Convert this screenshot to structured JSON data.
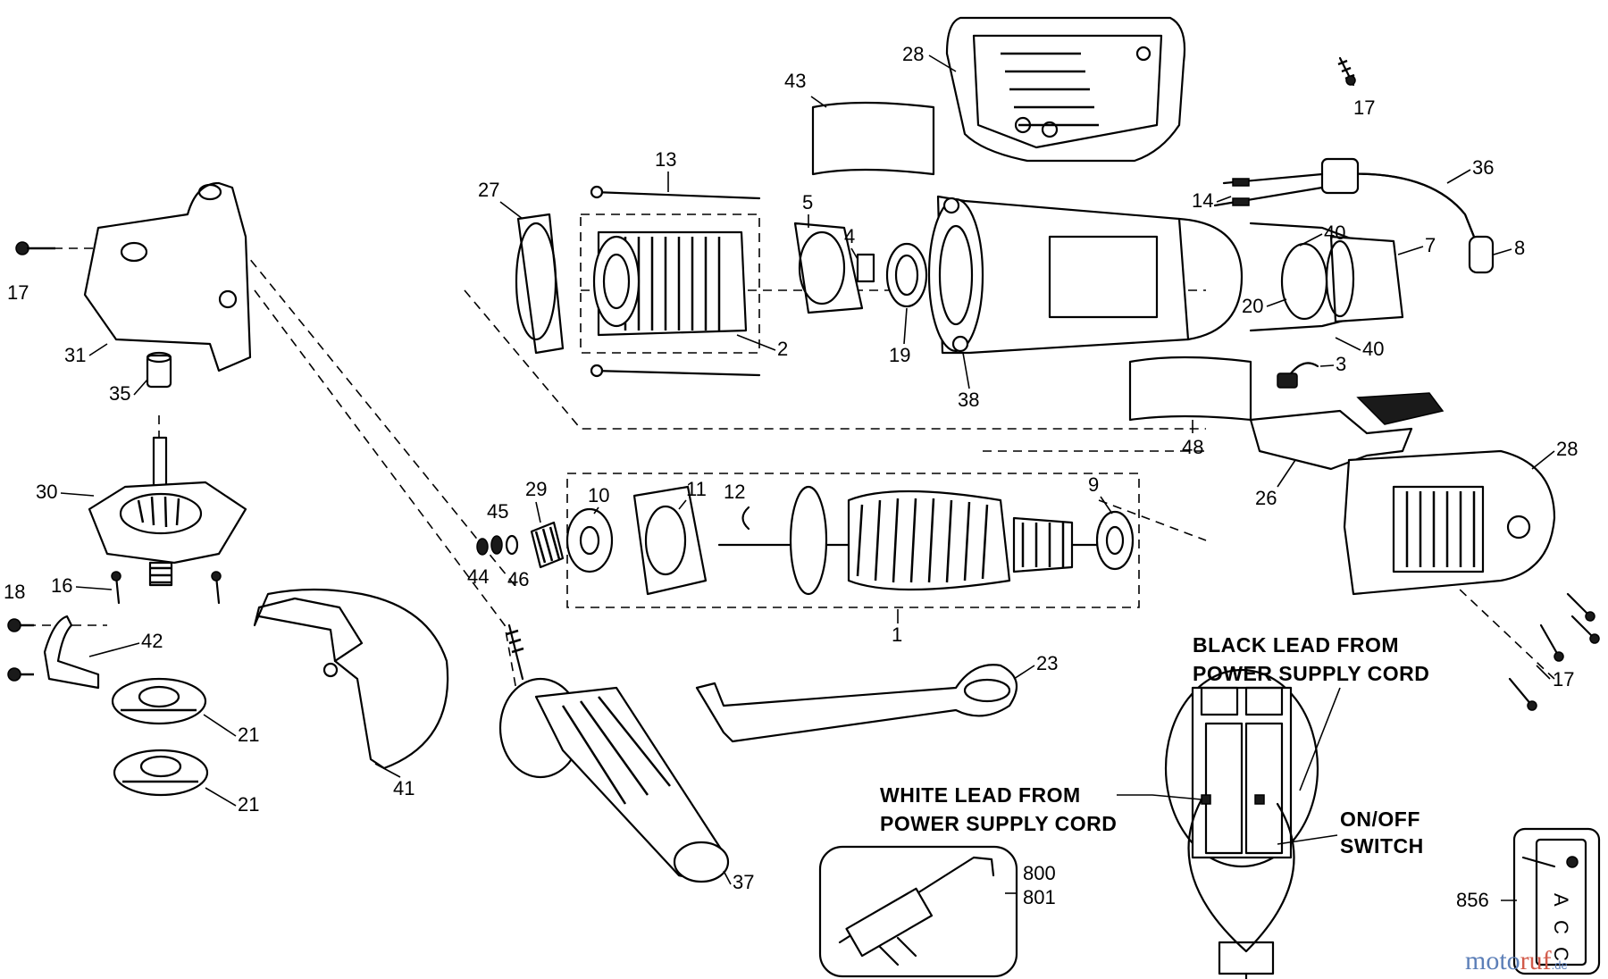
{
  "part_labels": [
    {
      "id": "p1",
      "text": "1"
    },
    {
      "id": "p2",
      "text": "2"
    },
    {
      "id": "p3",
      "text": "3"
    },
    {
      "id": "p4",
      "text": "4"
    },
    {
      "id": "p5",
      "text": "5"
    },
    {
      "id": "p7",
      "text": "7"
    },
    {
      "id": "p8",
      "text": "8"
    },
    {
      "id": "p9",
      "text": "9"
    },
    {
      "id": "p10",
      "text": "10"
    },
    {
      "id": "p11",
      "text": "11"
    },
    {
      "id": "p12",
      "text": "12"
    },
    {
      "id": "p13",
      "text": "13"
    },
    {
      "id": "p14",
      "text": "14"
    },
    {
      "id": "p16",
      "text": "16"
    },
    {
      "id": "p17a",
      "text": "17"
    },
    {
      "id": "p17b",
      "text": "17"
    },
    {
      "id": "p17c",
      "text": "17"
    },
    {
      "id": "p18",
      "text": "18"
    },
    {
      "id": "p19",
      "text": "19"
    },
    {
      "id": "p20",
      "text": "20"
    },
    {
      "id": "p21a",
      "text": "21"
    },
    {
      "id": "p21b",
      "text": "21"
    },
    {
      "id": "p23",
      "text": "23"
    },
    {
      "id": "p26",
      "text": "26"
    },
    {
      "id": "p27",
      "text": "27"
    },
    {
      "id": "p28a",
      "text": "28"
    },
    {
      "id": "p28b",
      "text": "28"
    },
    {
      "id": "p29",
      "text": "29"
    },
    {
      "id": "p30",
      "text": "30"
    },
    {
      "id": "p31",
      "text": "31"
    },
    {
      "id": "p35",
      "text": "35"
    },
    {
      "id": "p36",
      "text": "36"
    },
    {
      "id": "p37",
      "text": "37"
    },
    {
      "id": "p38",
      "text": "38"
    },
    {
      "id": "p40a",
      "text": "40"
    },
    {
      "id": "p40b",
      "text": "40"
    },
    {
      "id": "p41",
      "text": "41"
    },
    {
      "id": "p42",
      "text": "42"
    },
    {
      "id": "p43",
      "text": "43"
    },
    {
      "id": "p44",
      "text": "44"
    },
    {
      "id": "p45",
      "text": "45"
    },
    {
      "id": "p46",
      "text": "46"
    },
    {
      "id": "p48",
      "text": "48"
    },
    {
      "id": "p800",
      "text": "800"
    },
    {
      "id": "p801",
      "text": "801"
    },
    {
      "id": "p856",
      "text": "856"
    }
  ],
  "wiring_notes": {
    "black_lead_line1": "BLACK LEAD FROM",
    "black_lead_line2": "POWER SUPPLY CORD",
    "white_lead_line1": "WHITE LEAD FROM",
    "white_lead_line2": "POWER SUPPLY CORD",
    "switch_line1": "ON/OFF",
    "switch_line2": "SWITCH"
  },
  "acc_tag": {
    "letters": [
      "A",
      "C",
      "C"
    ]
  },
  "watermark": {
    "part1": "moto",
    "part2": "ruf",
    "suffix": ".de"
  }
}
